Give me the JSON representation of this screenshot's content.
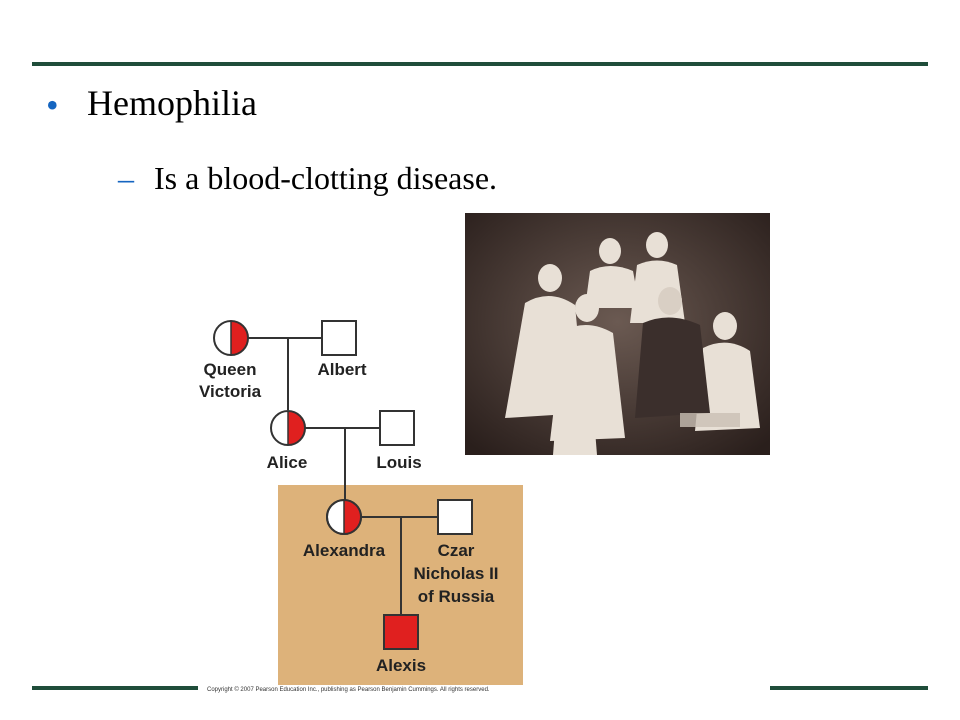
{
  "slide": {
    "bullet_title": "Hemophilia",
    "sub_point": "Is a blood-clotting disease.",
    "bullet_glyph": "•",
    "dash_glyph": "–"
  },
  "pedigree": {
    "people": {
      "queen_victoria": [
        "Queen",
        "Victoria"
      ],
      "albert": "Albert",
      "alice": "Alice",
      "louis": "Louis",
      "alexandra": "Alexandra",
      "czar": [
        "Czar",
        "Nicholas II",
        "of Russia"
      ],
      "alexis": "Alexis"
    },
    "colors": {
      "affected": "#e0201f",
      "highlight_box": "#ddb27a",
      "outline": "#333333"
    }
  },
  "photo": {
    "description_icon": "family-photo-icon"
  },
  "copyright": "Copyright © 2007 Pearson Education Inc., publishing as Pearson Benjamin Cummings. All rights reserved."
}
